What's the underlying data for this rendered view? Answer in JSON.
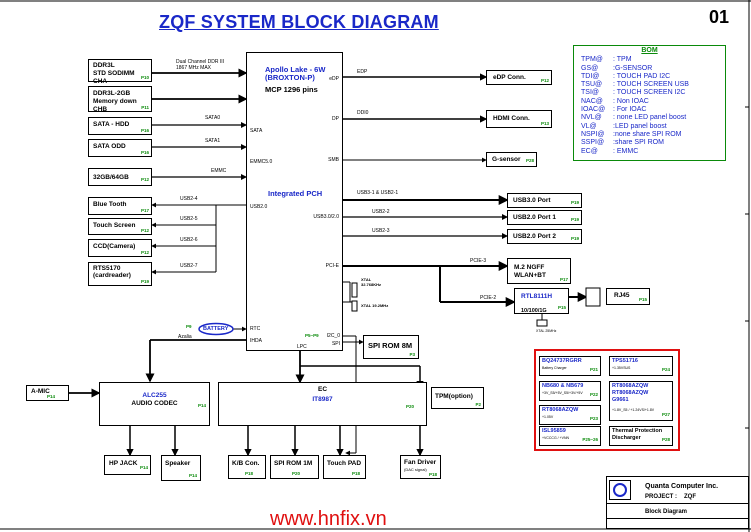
{
  "title": "ZQF SYSTEM BLOCK DIAGRAM",
  "page_number": "01",
  "cpu": {
    "name_line1": "Apollo Lake - 6W",
    "name_line2": "(BROXTON-P)",
    "package": "MCP 1296 pins",
    "pch": "Integrated  PCH",
    "ref": "P5~P9",
    "ports": {
      "edp": "eDP",
      "dp": "DP",
      "smb": "SMB",
      "sata": "SATA",
      "emmc": "EMMC5.0",
      "usb2": "USB2.0",
      "usb3": "USB3.0/2.0",
      "pcie": "PCI-E",
      "rtc": "RTC",
      "hda": "IHDA",
      "lpc": "LPC",
      "i2c": "I2C_0",
      "spi": "SPI"
    }
  },
  "memory": {
    "channel_note_1": "Dual Channel DDR III",
    "channel_note_2": "1867 MHz MAX",
    "cha_line1": "DDR3L",
    "cha_line2": "STD SODIMM CHA",
    "cha_ref": "P10",
    "chb_line1": "DDR3L-2GB",
    "chb_line2": "Memory down CHB",
    "chb_ref": "P11"
  },
  "left_devices": {
    "sata_hdd": {
      "label": "SATA - HDD",
      "ref": "P16",
      "bus": "SATA0"
    },
    "sata_odd": {
      "label": "SATA ODD",
      "ref": "P16",
      "bus": "SATA1"
    },
    "emmc": {
      "label": "32GB/64GB",
      "ref": "P12",
      "bus": "EMMC"
    },
    "bluetooth": {
      "label": "Blue Tooth",
      "ref": "P17",
      "bus": "USB2-4"
    },
    "touchscreen": {
      "label": "Touch Screen",
      "ref": "P12",
      "bus": "USB2-5"
    },
    "camera": {
      "label": "CCD(Camera)",
      "ref": "P12",
      "bus": "USB2-6"
    },
    "cardreader": {
      "label_line1": "RTS5170",
      "label_line2": "(cardreader)",
      "ref": "P19",
      "bus": "USB2-7"
    }
  },
  "right_devices": {
    "edp": {
      "label": "eDP  Conn.",
      "ref": "P12",
      "bus": "EDP"
    },
    "hdmi": {
      "label": "HDMI Conn.",
      "ref": "P13",
      "bus": "DDI0"
    },
    "gsensor": {
      "label": "G-sensor",
      "ref": "P28"
    },
    "usb30": {
      "label": "USB3.0 Port",
      "ref": "P19",
      "bus": "USB3-1 & USB2-1"
    },
    "usb20p1": {
      "label": "USB2.0 Port 1",
      "ref": "P19",
      "bus": "USB2-2"
    },
    "usb20p2": {
      "label": "USB2.0 Port 2",
      "ref": "P19",
      "bus": "USB2-3"
    },
    "wlan": {
      "label_line1": "M.2 NGFF",
      "label_line2": "WLAN+BT",
      "ref": "P17",
      "bus": "PCIE-3"
    },
    "lan": {
      "label": "RTL8111H",
      "speed": "10/100/1G",
      "ref": "P15",
      "bus": "PCIE-2",
      "xtal": "XTAL 25MHz"
    },
    "rj45": {
      "label": "RJ45",
      "ref": "P15"
    }
  },
  "xtals": {
    "x1_line1": "XTAL",
    "x1_line2": "32.768KHz",
    "x2": "XTAL 19.2MHz"
  },
  "battery": {
    "label": "BATTERY",
    "ref": "P9"
  },
  "azalia": "Azalia",
  "spirom": {
    "label": "SPI ROM 8M",
    "ref": "P3"
  },
  "amic": {
    "label": "A-MIC",
    "ref": "P14"
  },
  "codec": {
    "line1": "ALC255",
    "line2": "AUDIO CODEC",
    "ref": "P14"
  },
  "hpjack": {
    "label": "HP JACK",
    "ref": "P14"
  },
  "speaker": {
    "label": "Speaker",
    "ref": "P14"
  },
  "ec": {
    "line1": "EC",
    "line2": "IT8987",
    "ref": "P20"
  },
  "tpm": {
    "label": "TPM(option)",
    "ref": "P2"
  },
  "kbcon": {
    "label": "K/B Con.",
    "ref": "P18"
  },
  "spirom1m": {
    "label": "SPI ROM 1M",
    "ref": "P20"
  },
  "touchpad": {
    "label": "Touch PAD",
    "ref": "P18"
  },
  "fan": {
    "line1": "Fan Driver",
    "line2": "(DAC signal)",
    "ref": "P18"
  },
  "bom": {
    "heading": "BOM",
    "rows": [
      {
        "k": "TPM@",
        "v": ": TPM"
      },
      {
        "k": "GS@",
        "v": ":G-SENSOR"
      },
      {
        "k": "TDI@",
        "v": ": TOUCH PAD I2C"
      },
      {
        "k": "TSU@",
        "v": ": TOUCH SCREEN USB"
      },
      {
        "k": "TSI@",
        "v": ": TOUCH SCREEN I2C"
      },
      {
        "k": "NAC@",
        "v": ": Non IOAC"
      },
      {
        "k": "IOAC@",
        "v": ": For IOAC"
      },
      {
        "k": "NVL@",
        "v": ": none LED panel boost"
      },
      {
        "k": "VL@",
        "v": ":LED panel boost"
      },
      {
        "k": "NSPI@",
        "v": ":none share SPI ROM"
      },
      {
        "k": "SSPI@",
        "v": ":share SPI ROM"
      },
      {
        "k": "EC@",
        "v": ": EMMC"
      }
    ]
  },
  "power": {
    "p1": {
      "line1": "BQ24737RGRR",
      "sub": "Battery Charger",
      "ref": "P21"
    },
    "p2": {
      "line1": "TPS51716",
      "sub": "+1.35VSUS",
      "ref": "P24"
    },
    "p3": {
      "line1": "NB680 & NB679",
      "sub": "+3V_S5/+5V_S5/+3V/+5V",
      "ref": "P22"
    },
    "p4": {
      "line1": "RT8068AZQW",
      "line2": "RT8068AZQW",
      "line3": "G9661",
      "sub": "+1.8V_S5 / +1.24VS/+1.8V",
      "ref": "P27"
    },
    "p5": {
      "line1": "RT8068AZQW",
      "sub": "+1.05V",
      "ref": "P23"
    },
    "p6": {
      "line1": "ISL95859",
      "sub": "+VCCCG / +VNN",
      "ref": "P25~26"
    },
    "p7": {
      "line1": "Thermal Protection",
      "line2": "Discharger",
      "ref": "P28"
    }
  },
  "titleblock": {
    "company": "Quanta Computer Inc.",
    "project_label": "PROJECT :",
    "project": "ZQF",
    "doc": "Block Diagram"
  },
  "watermark": "www.hnfix.vn",
  "colors": {
    "blue": "#1a28c8",
    "green": "#0a8a0a",
    "red": "#e01010"
  }
}
